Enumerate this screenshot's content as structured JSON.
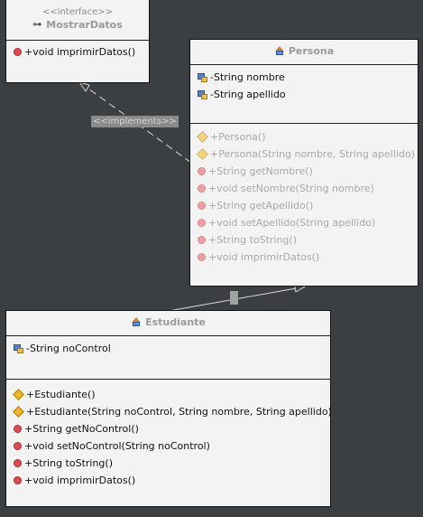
{
  "interface_box": {
    "stereotype": "<<interface>>",
    "name": "MostrarDatos",
    "methods": [
      {
        "text": "+void imprimirDatos()",
        "icon": "red-dot-icon"
      }
    ]
  },
  "persona": {
    "name": "Persona",
    "fields": [
      {
        "text": "-String nombre",
        "icon": "field-icon"
      },
      {
        "text": "-String apellido",
        "icon": "field-icon"
      }
    ],
    "methods": [
      {
        "text": "+Persona()",
        "icon": "constructor-diamond-icon"
      },
      {
        "text": "+Persona(String nombre, String apellido)",
        "icon": "constructor-diamond-icon"
      },
      {
        "text": "+String getNombre()",
        "icon": "red-dot-icon"
      },
      {
        "text": "+void setNombre(String nombre)",
        "icon": "red-dot-icon"
      },
      {
        "text": "+String getApellido()",
        "icon": "red-dot-icon"
      },
      {
        "text": "+void setApellido(String apellido)",
        "icon": "red-dot-icon"
      },
      {
        "text": "+String toString()",
        "icon": "red-dot-icon"
      },
      {
        "text": "+void imprimirDatos()",
        "icon": "red-dot-icon"
      }
    ]
  },
  "estudiante": {
    "name": "Estudiante",
    "fields": [
      {
        "text": "-String noControl",
        "icon": "field-icon"
      }
    ],
    "methods": [
      {
        "text": "+Estudiante()",
        "icon": "constructor-diamond-icon"
      },
      {
        "text": "+Estudiante(String noControl, String nombre, String apellido)",
        "icon": "constructor-diamond-icon"
      },
      {
        "text": "+String getNoControl()",
        "icon": "red-dot-icon"
      },
      {
        "text": "+void setNoControl(String noControl)",
        "icon": "red-dot-icon"
      },
      {
        "text": "+String toString()",
        "icon": "red-dot-icon"
      },
      {
        "text": "+void imprimirDatos()",
        "icon": "red-dot-icon"
      }
    ]
  },
  "relations": {
    "implements_label": "<<implements>>"
  },
  "colors": {
    "canvas": "#3c3f41",
    "box_fill": "#f3f3f3",
    "method_dot": "#dd4b55",
    "constructor_diamond": "#f1b52b",
    "field_icon": "#5b82c9"
  }
}
